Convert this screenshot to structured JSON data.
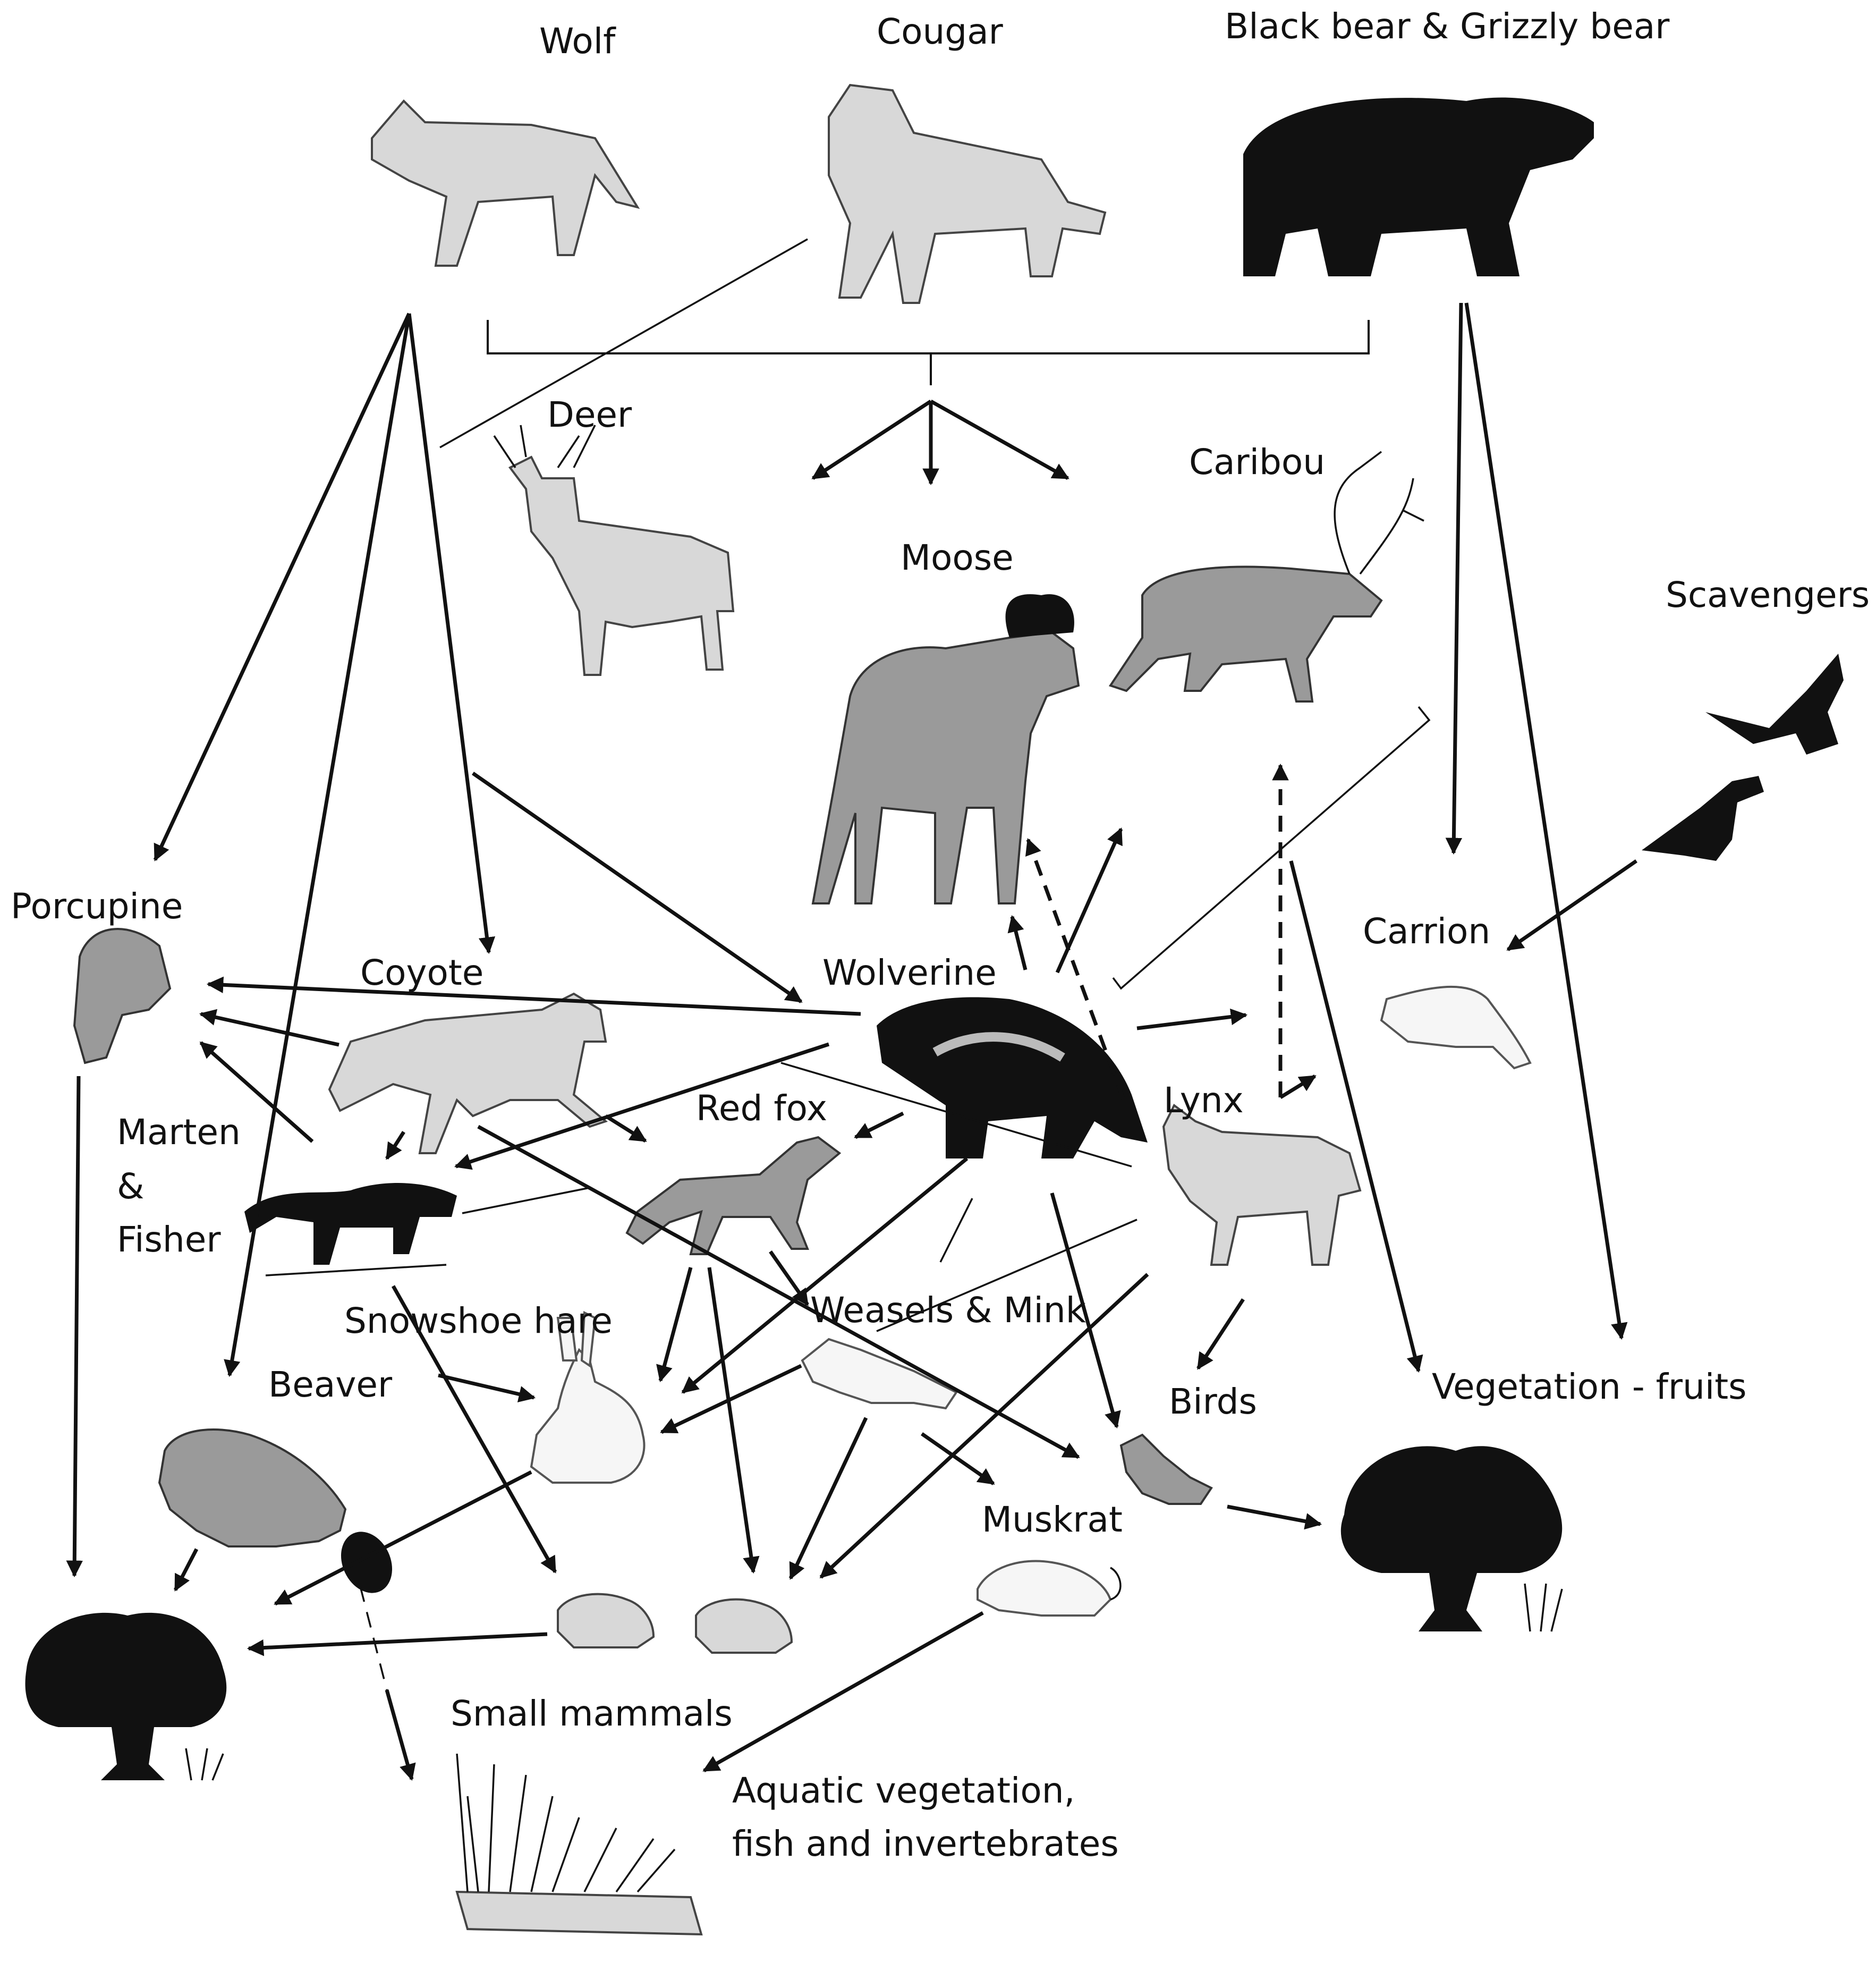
{
  "labels": {
    "wolf": "Wolf",
    "cougar": "Cougar",
    "bears": "Black bear & Grizzly bear",
    "deer": "Deer",
    "caribou": "Caribou",
    "moose": "Moose",
    "scavengers": "Scavengers",
    "porcupine": "Porcupine",
    "coyote": "Coyote",
    "wolverine": "Wolverine",
    "carrion": "Carrion",
    "lynx": "Lynx",
    "red_fox": "Red fox",
    "marten_1": "Marten",
    "marten_2": "&",
    "marten_3": "Fisher",
    "snowshoe_hare": "Snowshoe hare",
    "weasels_mink": "Weasels & Mink",
    "birds": "Birds",
    "vegetation_fruits": "Vegetation - fruits",
    "beaver": "Beaver",
    "muskrat": "Muskrat",
    "small_mammals": "Small mammals",
    "aquatic_1": "Aquatic vegetation,",
    "aquatic_2": "fish and invertebrates"
  },
  "icons": [
    "wolf-figure",
    "cougar-figure",
    "bear-figure",
    "deer-figure",
    "caribou-figure",
    "moose-figure",
    "eagle-figure",
    "raven-figure",
    "porcupine-figure",
    "coyote-figure",
    "wolverine-figure",
    "carrion-figure",
    "lynx-figure",
    "red-fox-figure",
    "marten-figure",
    "hare-figure",
    "weasel-figure",
    "bird-figure",
    "shrub-figure",
    "beaver-figure",
    "muskrat-figure",
    "small-mammal-figure",
    "aquatic-vegetation-figure"
  ],
  "colors": {
    "ink": "#111111",
    "background": "#ffffff"
  }
}
